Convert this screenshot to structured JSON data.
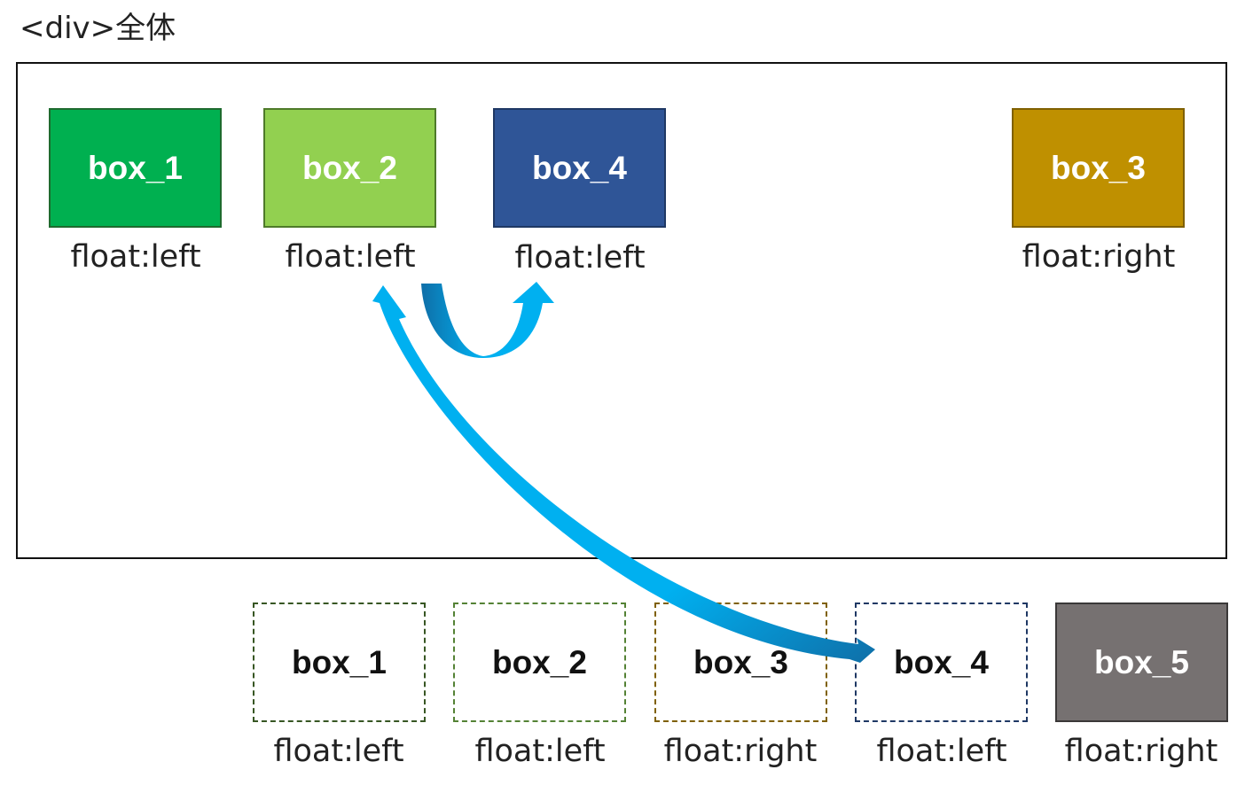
{
  "title": "<div>全体",
  "top_row": [
    {
      "label": "box_1",
      "caption": "float:left",
      "fill": "#00B050",
      "border": "#1E6B2E"
    },
    {
      "label": "box_2",
      "caption": "float:left",
      "fill": "#92D050",
      "border": "#4E7A2A"
    },
    {
      "label": "box_4",
      "caption": "float:left",
      "fill": "#2F5597",
      "border": "#1F3864"
    },
    {
      "label": "box_3",
      "caption": "float:right",
      "fill": "#BF9000",
      "border": "#7F6000"
    }
  ],
  "bottom_row": [
    {
      "label": "box_1",
      "caption": "float:left",
      "border": "#375623"
    },
    {
      "label": "box_2",
      "caption": "float:left",
      "border": "#548235"
    },
    {
      "label": "box_3",
      "caption": "float:right",
      "border": "#7F6000"
    },
    {
      "label": "box_4",
      "caption": "float:left",
      "border": "#1F3864"
    },
    {
      "label": "box_5",
      "caption": "float:right",
      "fill": "#767171",
      "border": "#3A3838"
    }
  ],
  "colors": {
    "arrow": "#00B0F0",
    "arrow_dark": "#0F6FA8"
  }
}
